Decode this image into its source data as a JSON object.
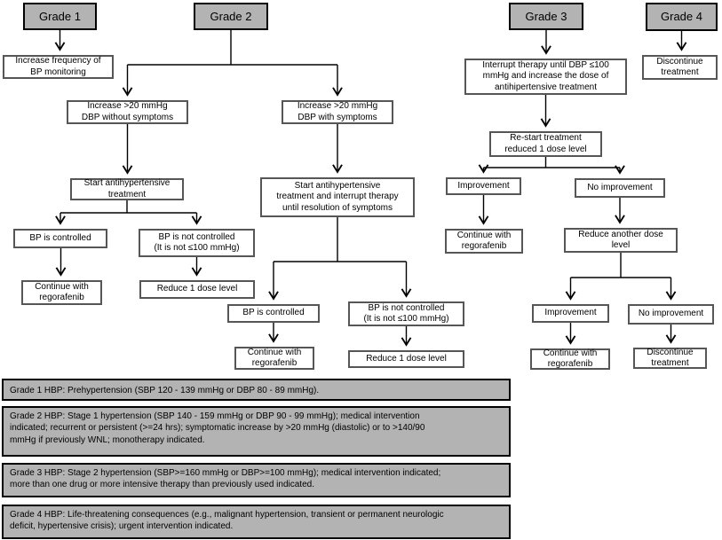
{
  "nodes": {
    "grade1": "Grade 1",
    "grade2": "Grade 2",
    "grade3": "Grade 3",
    "grade4": "Grade 4",
    "increase_bp_monitoring": "Increase frequency of\nBP monitoring",
    "increase_without_symptoms": "Increase >20 mmHg\nDBP without symptoms",
    "increase_with_symptoms": "Increase >20 mmHg\nDBP with symptoms",
    "start_antihypertensive": "Start antihypertensive\ntreatment",
    "bp_controlled_a": "BP is controlled",
    "bp_not_controlled_a": "BP is not  controlled\n(It is not ≤100 mmHg)",
    "continue_regorafenib_a": "Continue with\nregorafenib",
    "reduce_1_dose_a": "Reduce 1 dose level",
    "start_interrupt": "Start antihypertensive\ntreatment and interrupt therapy\nuntil resolution of symptoms",
    "bp_controlled_b": "BP is controlled",
    "bp_not_controlled_b": "BP is not  controlled\n(It is not ≤100 mmHg)",
    "continue_regorafenib_b": "Continue with\nregorafenib",
    "reduce_1_dose_b": "Reduce 1 dose level",
    "interrupt_therapy": "Interrupt therapy until DBP ≤100\nmmHg and increase the dose of\nantihipertensive treatment",
    "restart_treatment": "Re-start treatment\nreduced 1 dose level",
    "improvement_1": "Improvement",
    "no_improvement_1": "No improvement",
    "continue_regorafenib_c": "Continue with\nregorafenib",
    "reduce_another_dose": "Reduce another dose\nlevel",
    "improvement_2": "Improvement",
    "no_improvement_2": "No improvement",
    "continue_regorafenib_d": "Continue with\nregorafenib",
    "discontinue_treatment_g3": "Discontinue\ntreatment",
    "discontinue_treatment_g4": "Discontinue\ntreatment"
  },
  "legend": [
    "Grade 1 HBP: Prehypertension (SBP 120 - 139 mmHg or DBP 80 - 89 mmHg).",
    "Grade 2 HBP: Stage 1 hypertension (SBP 140 - 159 mmHg or DBP 90 - 99 mmHg); medical intervention\nindicated; recurrent or persistent (>=24 hrs); symptomatic increase by >20 mmHg (diastolic) or to >140/90\nmmHg if previously WNL; monotherapy indicated.",
    "Grade 3 HBP: Stage 2 hypertension (SBP>=160 mmHg or DBP>=100 mmHg); medical intervention indicated;\nmore than one drug or more intensive therapy than previously used indicated.",
    "Grade 4 HBP: Life-threatening consequences (e.g., malignant hypertension, transient or permanent neurologic\ndeficit, hypertensive crisis); urgent intervention indicated."
  ],
  "colors": {
    "gray_fill": "#b3b3b3",
    "box_border": "#565656",
    "outline": "#000000",
    "background": "#ffffff"
  }
}
